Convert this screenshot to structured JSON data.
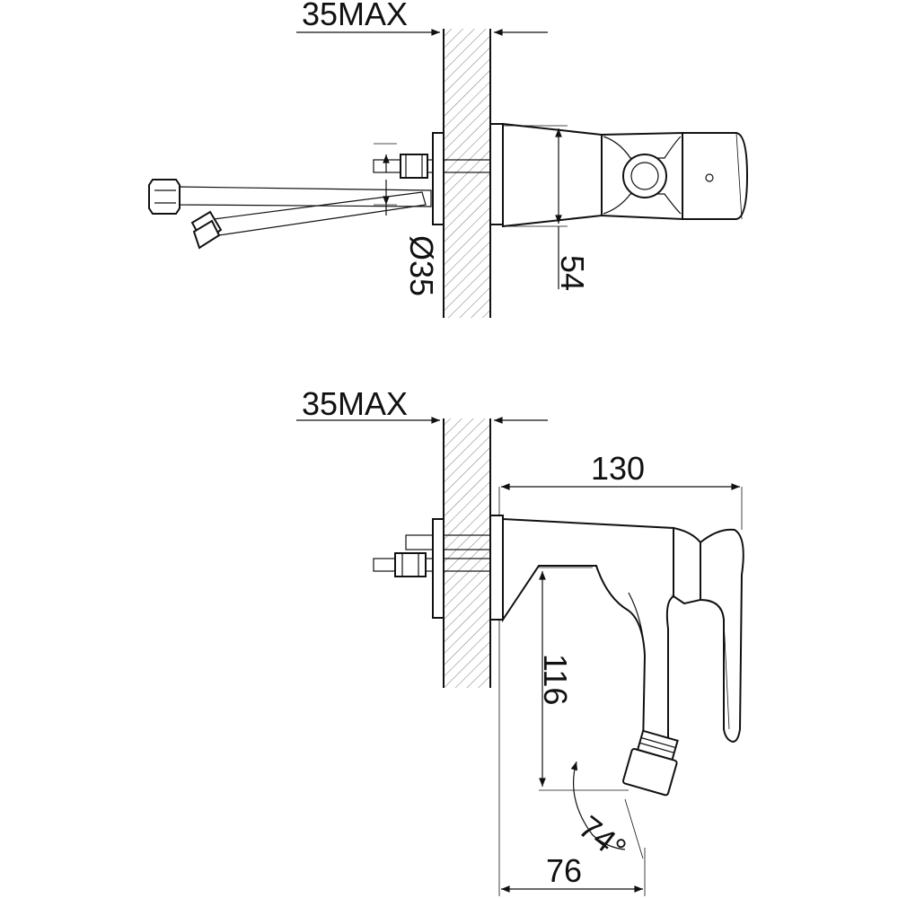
{
  "top_view": {
    "wall_max_label": "35MAX",
    "diameter_label": "Ø35",
    "height_label": "54"
  },
  "side_view": {
    "wall_max_label": "35MAX",
    "length_label": "130",
    "drop_label": "116",
    "angle_label": "74°",
    "spout_offset_label": "76"
  }
}
